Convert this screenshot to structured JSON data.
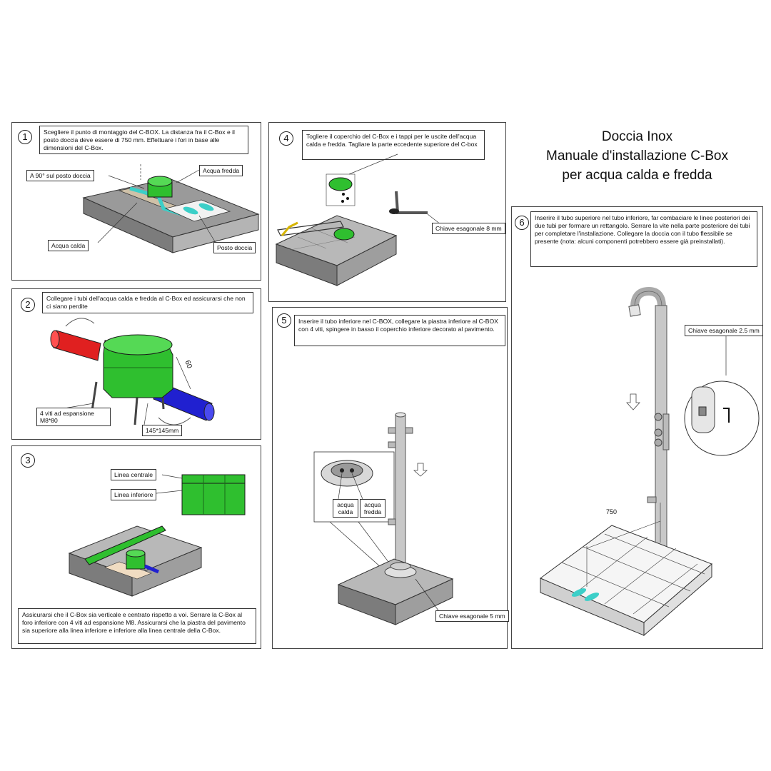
{
  "title": {
    "line1": "Doccia Inox",
    "line2": "Manuale d'installazione C-Box",
    "line3": "per acqua calda e fredda"
  },
  "colors": {
    "cbox_green": "#2fbf2f",
    "hot_red": "#e02020",
    "cold_blue": "#2020d0",
    "footprint_cyan": "#3ccfc8",
    "slab_gray": "#9e9e9e",
    "steel": "#c8c8c8"
  },
  "steps": [
    {
      "number": "1",
      "text": "Scegliere il punto di montaggio del C-BOX. La distanza fra il C-Box e il posto doccia deve essere di 750 mm. Effettuare i fori in base alle dimensioni del C-Box.",
      "labels": {
        "angle": "A 90° sul posto doccia",
        "cold": "Acqua fredda",
        "hot": "Acqua calda",
        "spot": "Posto doccia"
      }
    },
    {
      "number": "2",
      "text": "Collegare i tubi dell'acqua calda e fredda al C-Box ed assicurarsi che non ci siano perdite",
      "labels": {
        "screws": "4 viti ad espansione M8*80",
        "size": "145*145mm",
        "dim": "60"
      }
    },
    {
      "number": "3",
      "text": "Assicurarsi che il C-Box sia verticale e centrato rispetto a voi. Serrare la C-Box al foro inferiore con 4 viti ad espansione M8. Assicurarsi che la piastra del pavimento sia superiore alla linea inferiore e inferiore alla linea centrale della C-Box.",
      "labels": {
        "central": "Linea centrale",
        "lower": "Linea inferiore"
      }
    },
    {
      "number": "4",
      "text": "Togliere il coperchio del C-Box e i tappi per le uscite dell'acqua calda e fredda. Tagliare la parte eccedente superiore del C-box",
      "labels": {
        "key": "Chiave esagonale 8 mm"
      }
    },
    {
      "number": "5",
      "text": "Inserire il tubo inferiore nel C-BOX, collegare la piastra inferiore al C-BOX con 4 viti, spingere in basso il coperchio inferiore decorato al pavimento.",
      "labels": {
        "hot": "acqua calda",
        "cold": "acqua fredda",
        "key": "Chiave esagonale 5 mm"
      }
    },
    {
      "number": "6",
      "text": "Inserire il tubo superiore nel tubo inferiore, far combaciare le linee posteriori dei due tubi per formare un rettangolo. Serrare la vite nella parte posteriore dei tubi per completare l'installazione. Collegare la doccia con il tubo flessibile se presente (nota: alcuni componenti potrebbero essere già preinstallati).",
      "labels": {
        "key": "Chiave esagonale 2.5 mm",
        "distance": "750"
      }
    }
  ]
}
